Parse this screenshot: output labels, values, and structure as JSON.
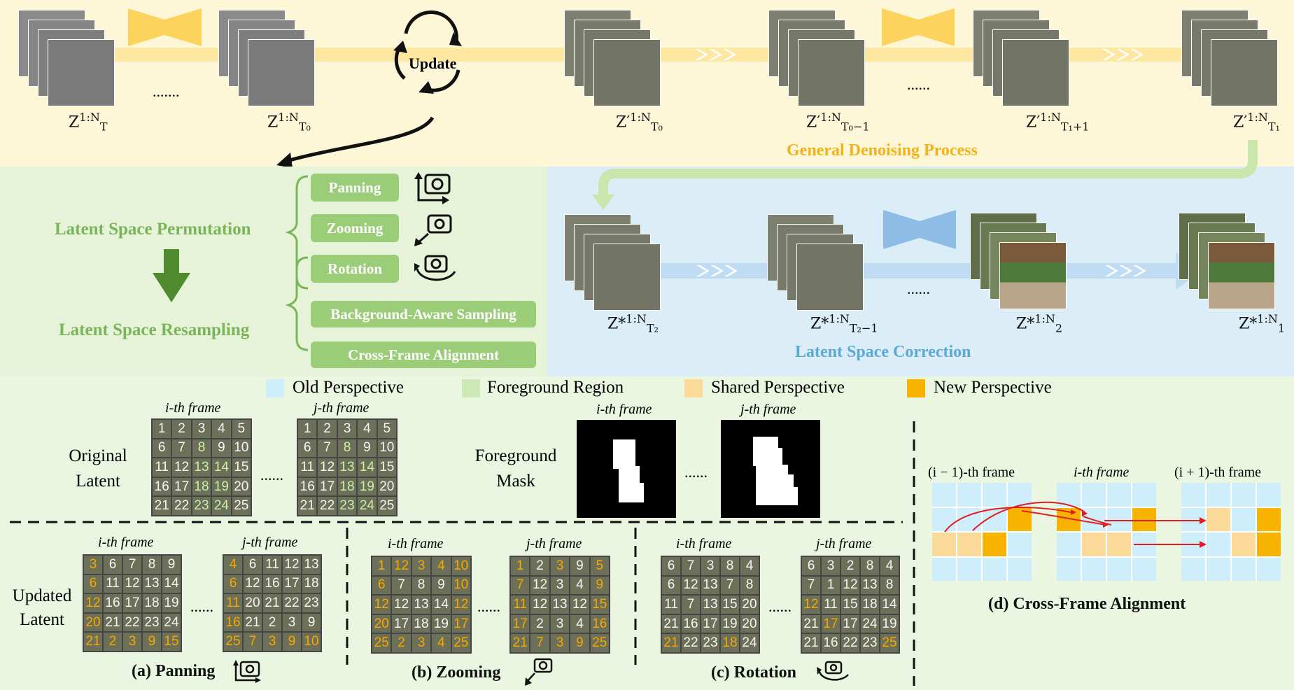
{
  "top": {
    "dots1": ".......",
    "dots2": "......",
    "update_label": "Update",
    "process_title": "General Denoising Process",
    "labels": [
      {
        "main": "Z",
        "sup": "1:N",
        "sub": "T"
      },
      {
        "main": "Z",
        "sup": "1:N",
        "sub": "T₀"
      },
      {
        "main": "Z′",
        "sup": "1:N",
        "sub": "T₀"
      },
      {
        "main": "Z′",
        "sup": "1:N",
        "sub": "T₀−1"
      },
      {
        "main": "Z′",
        "sup": "1:N",
        "sub": "T₁+1"
      },
      {
        "main": "Z′",
        "sup": "1:N",
        "sub": "T₁"
      }
    ]
  },
  "correction": {
    "title": "Latent Space Correction",
    "dots": "......",
    "labels": [
      {
        "main": "Z*",
        "sup": "1:N",
        "sub": "T₂"
      },
      {
        "main": "Z*",
        "sup": "1:N",
        "sub": "T₂−1"
      },
      {
        "main": "Z*",
        "sup": "1:N",
        "sub": "2"
      },
      {
        "main": "Z*",
        "sup": "1:N",
        "sub": "1"
      }
    ]
  },
  "permutation": {
    "title": "Latent Space Permutation",
    "options": [
      "Panning",
      "Zooming",
      "Rotation"
    ]
  },
  "resampling": {
    "title": "Latent Space Resampling",
    "options": [
      "Background-Aware Sampling",
      "Cross-Frame Alignment"
    ]
  },
  "legend": {
    "items": [
      {
        "label": "Old Perspective",
        "color": "#cdeefa"
      },
      {
        "label": "Foreground Region",
        "color": "#cce8b4"
      },
      {
        "label": "Shared Perspective",
        "color": "#fbd999"
      },
      {
        "label": "New Perspective",
        "color": "#f8b300"
      }
    ]
  },
  "original": {
    "label_line1": "Original",
    "label_line2": "Latent",
    "frame_i": "i-th frame",
    "frame_j": "j-th frame",
    "dots": "......",
    "grid_i": [
      "1",
      "2",
      "3",
      "4",
      "5",
      "6",
      "7",
      "8",
      "9",
      "10",
      "11",
      "12",
      "13",
      "14",
      "15",
      "16",
      "17",
      "18",
      "19",
      "20",
      "21",
      "22",
      "23",
      "24",
      "25"
    ],
    "grid_j": [
      "1",
      "2",
      "3",
      "4",
      "5",
      "6",
      "7",
      "8",
      "9",
      "10",
      "11",
      "12",
      "13",
      "14",
      "15",
      "16",
      "17",
      "18",
      "19",
      "20",
      "21",
      "22",
      "23",
      "24",
      "25"
    ]
  },
  "mask": {
    "label_line1": "Foreground",
    "label_line2": "Mask",
    "frame_i": "i-th frame",
    "frame_j": "j-th frame",
    "dots": "......"
  },
  "updated": {
    "label_line1": "Updated",
    "label_line2": "Latent",
    "dots": "......",
    "panning": {
      "title": "(a) Panning",
      "frame_i": "i-th frame",
      "frame_j": "j-th frame",
      "grid_i": [
        "3",
        "6",
        "7",
        "8",
        "9",
        "6",
        "11",
        "12",
        "13",
        "14",
        "12",
        "16",
        "17",
        "18",
        "19",
        "20",
        "21",
        "22",
        "23",
        "24",
        "21",
        "2",
        "3",
        "9",
        "15"
      ],
      "grid_j": [
        "4",
        "6",
        "11",
        "12",
        "13",
        "6",
        "12",
        "16",
        "17",
        "18",
        "11",
        "20",
        "21",
        "22",
        "23",
        "16",
        "21",
        "2",
        "3",
        "9",
        "25",
        "7",
        "3",
        "9",
        "10"
      ]
    },
    "zooming": {
      "title": "(b) Zooming",
      "frame_i": "i-th frame",
      "frame_j": "j-th frame",
      "grid_i": [
        "1",
        "12",
        "3",
        "4",
        "10",
        "6",
        "7",
        "8",
        "9",
        "10",
        "12",
        "12",
        "13",
        "14",
        "12",
        "20",
        "17",
        "18",
        "19",
        "17",
        "25",
        "2",
        "3",
        "4",
        "25"
      ],
      "grid_j": [
        "1",
        "2",
        "3",
        "9",
        "5",
        "7",
        "12",
        "3",
        "4",
        "9",
        "11",
        "12",
        "13",
        "12",
        "15",
        "17",
        "2",
        "3",
        "4",
        "16",
        "21",
        "7",
        "3",
        "9",
        "25"
      ]
    },
    "rotation": {
      "title": "(c) Rotation",
      "frame_i": "i-th frame",
      "frame_j": "j-th frame",
      "grid_i": [
        "6",
        "7",
        "3",
        "8",
        "4",
        "6",
        "12",
        "13",
        "7",
        "8",
        "11",
        "7",
        "13",
        "15",
        "20",
        "21",
        "16",
        "17",
        "19",
        "20",
        "21",
        "22",
        "23",
        "18",
        "24"
      ],
      "grid_j": [
        "6",
        "3",
        "2",
        "8",
        "4",
        "7",
        "1",
        "12",
        "13",
        "8",
        "12",
        "11",
        "15",
        "18",
        "14",
        "21",
        "17",
        "17",
        "24",
        "19",
        "21",
        "16",
        "22",
        "23",
        "25"
      ]
    }
  },
  "cross_frame": {
    "title": "(d) Cross-Frame Alignment",
    "frame_prev": "(i − 1)-th frame",
    "frame_cur": "i-th frame",
    "frame_next": "(i + 1)-th frame"
  },
  "colors": {
    "yellow_arrow": "#fde7a1",
    "yellow_shape": "#fcd35d",
    "blue_arrow": "#bfdcf2",
    "blue_shape": "#8dbde6",
    "green_text": "#7ab55a",
    "blue_text": "#5aaad6",
    "yellow_text": "#f2b31a",
    "orange_number": "#f7a800",
    "red_arrow": "#e02020"
  }
}
